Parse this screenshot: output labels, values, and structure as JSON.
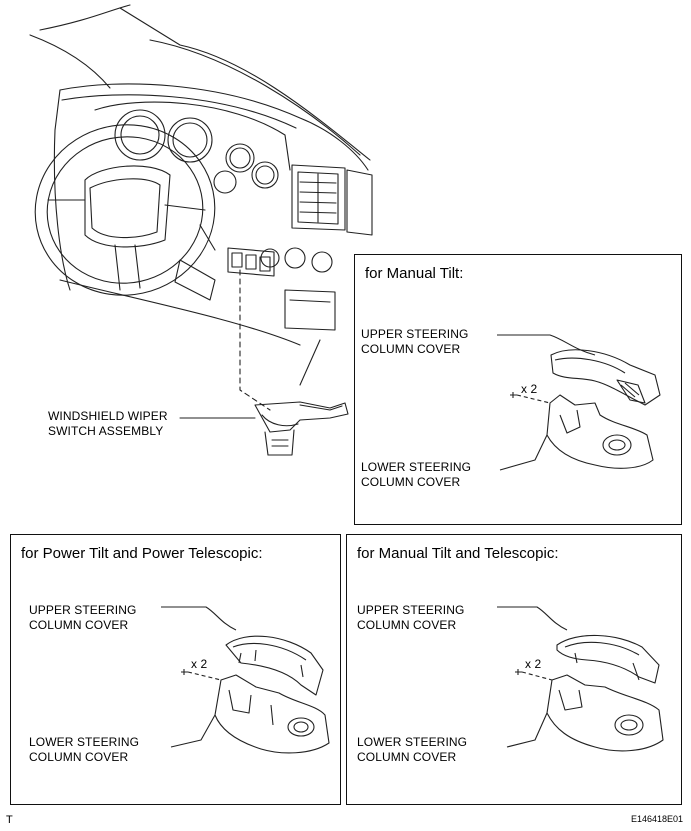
{
  "main": {
    "wiper_label_line1": "WINDSHIELD WIPER",
    "wiper_label_line2": "SWITCH ASSEMBLY"
  },
  "panels": [
    {
      "title": "for Manual Tilt:",
      "upper_line1": "UPPER STEERING",
      "upper_line2": "COLUMN COVER",
      "qty": "x 2",
      "lower_line1": "LOWER STEERING",
      "lower_line2": "COLUMN COVER"
    },
    {
      "title": "for Power Tilt and Power Telescopic:",
      "upper_line1": "UPPER STEERING",
      "upper_line2": "COLUMN COVER",
      "qty": "x 2",
      "lower_line1": "LOWER STEERING",
      "lower_line2": "COLUMN COVER"
    },
    {
      "title": "for Manual Tilt and Telescopic:",
      "upper_line1": "UPPER STEERING",
      "upper_line2": "COLUMN COVER",
      "qty": "x 2",
      "lower_line1": "LOWER STEERING",
      "lower_line2": "COLUMN COVER"
    }
  ],
  "footer": {
    "left": "T",
    "right": "E146418E01"
  }
}
